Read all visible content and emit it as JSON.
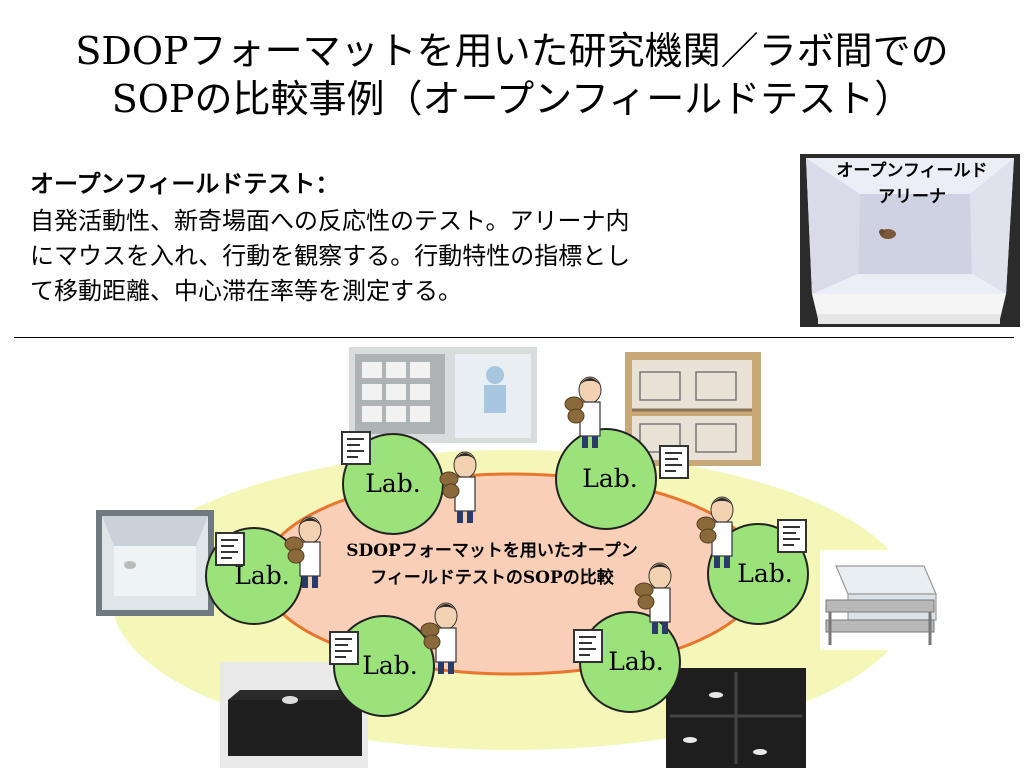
{
  "title": {
    "line1": "SDOPフォーマットを用いた研究機関／ラボ間での",
    "line2": "SOPの比較事例（オープンフィールドテスト）"
  },
  "description": {
    "heading": "オープンフィールドテスト：",
    "lines": [
      "自発活動性、新奇場面への反応性のテスト。アリーナ内",
      "にマウスを入れ、行動を観察する。行動特性の指標とし",
      "て移動距離、中心滞在率等を測定する。"
    ]
  },
  "arena_photo": {
    "label_line1": "オープンフィールド",
    "label_line2": "アリーナ"
  },
  "diagram": {
    "center_line1": "SDOPフォーマットを用いたオープン",
    "center_line2": "フィールドテストのSOPの比較",
    "labs": [
      "Lab.",
      "Lab.",
      "Lab.",
      "Lab.",
      "Lab.",
      "Lab."
    ]
  },
  "colors": {
    "outer_ellipse": "#f4f7b8",
    "inner_ellipse": "#f9cfb8",
    "inner_ellipse_stroke": "#e7762e",
    "lab_circle": "#9be27a",
    "lab_circle_stroke": "#222222"
  }
}
